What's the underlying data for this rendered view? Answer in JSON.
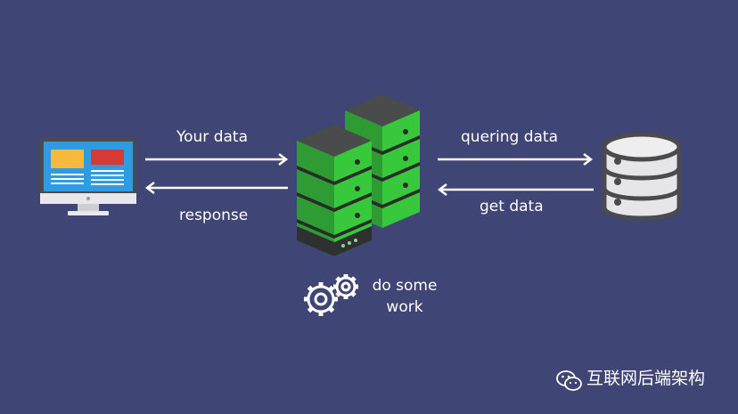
{
  "diagram": {
    "edges": {
      "request_label": "Your data",
      "response_label": "response",
      "query_label": "quering data",
      "get_label": "get data"
    },
    "work": {
      "line1": "do some",
      "line2": "work"
    },
    "watermark": "互联网后端架构"
  },
  "colors": {
    "background": "#3f4574",
    "server_green": "#37c83c",
    "server_dark": "#2f3130",
    "monitor_frame": "#4b4b4f",
    "block_yellow": "#f6b93b",
    "block_red": "#d63a34",
    "screen_blue": "#2f9be0"
  }
}
